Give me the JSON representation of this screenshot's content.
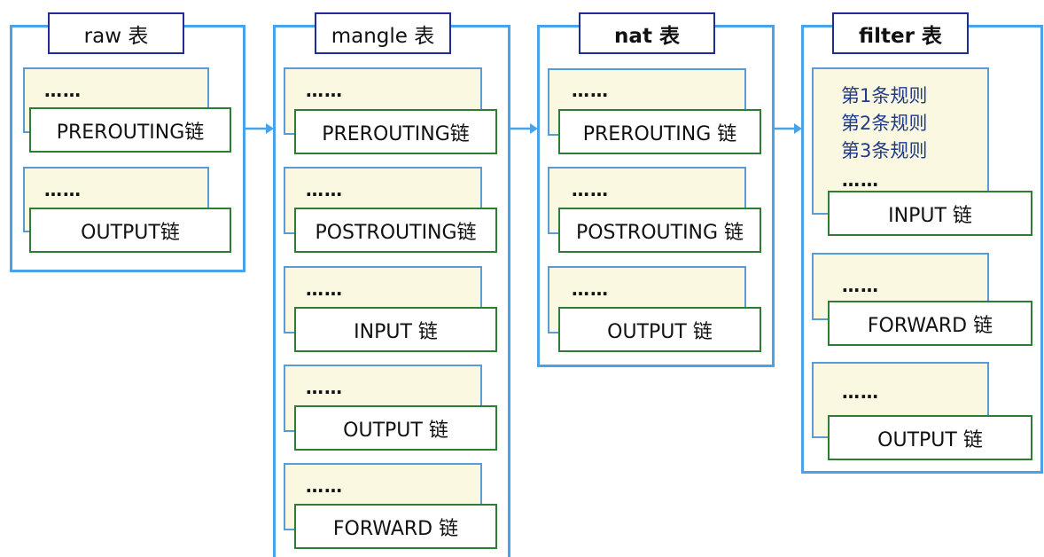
{
  "colors": {
    "table_border": "#4aa3e8",
    "title_border": "#1f2b96",
    "chain_border": "#2e7d32",
    "chain_bg": "#fbf8e2",
    "rule_text": "#1f3b8a",
    "arrow": "#4aa3e8"
  },
  "tables": [
    {
      "title": "raw 表",
      "chains": [
        {
          "dots": "……",
          "label": "PREROUTING链"
        },
        {
          "dots": "……",
          "label": "OUTPUT链"
        }
      ]
    },
    {
      "title": "mangle 表",
      "chains": [
        {
          "dots": "……",
          "label": "PREROUTING链"
        },
        {
          "dots": "……",
          "label": "POSTROUTING链"
        },
        {
          "dots": "……",
          "label": "INPUT 链"
        },
        {
          "dots": "……",
          "label": "OUTPUT 链"
        },
        {
          "dots": "……",
          "label": "FORWARD 链"
        }
      ]
    },
    {
      "title": "nat 表",
      "chains": [
        {
          "dots": "……",
          "label": "PREROUTING 链"
        },
        {
          "dots": "……",
          "label": "POSTROUTING 链"
        },
        {
          "dots": "……",
          "label": "OUTPUT 链"
        }
      ]
    },
    {
      "title": "filter 表",
      "chains": [
        {
          "rules": [
            "第1条规则",
            "第2条规则",
            "第3条规则"
          ],
          "dots": "……",
          "label": "INPUT 链"
        },
        {
          "dots": "……",
          "label": "FORWARD 链"
        },
        {
          "dots": "……",
          "label": "OUTPUT 链"
        }
      ]
    }
  ]
}
